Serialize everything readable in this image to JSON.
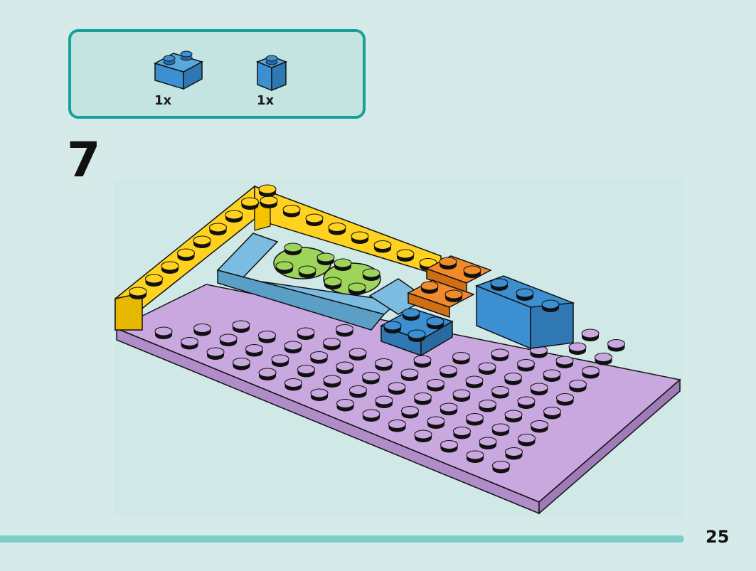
{
  "parts": [
    {
      "name": "blue-brick-1x2",
      "count": "1x",
      "color": "#3c8fd0"
    },
    {
      "name": "blue-brick-1x1",
      "count": "1x",
      "color": "#3c8fd0"
    }
  ],
  "step": "7",
  "page_number": "25",
  "colors": {
    "plate": "#c9a8e0",
    "yellow": "#ffd21f",
    "light_blue": "#7bbce0",
    "green": "#9ed45a",
    "orange": "#f08a2a",
    "blue": "#3c8fd0",
    "frame": "#17a09a"
  }
}
